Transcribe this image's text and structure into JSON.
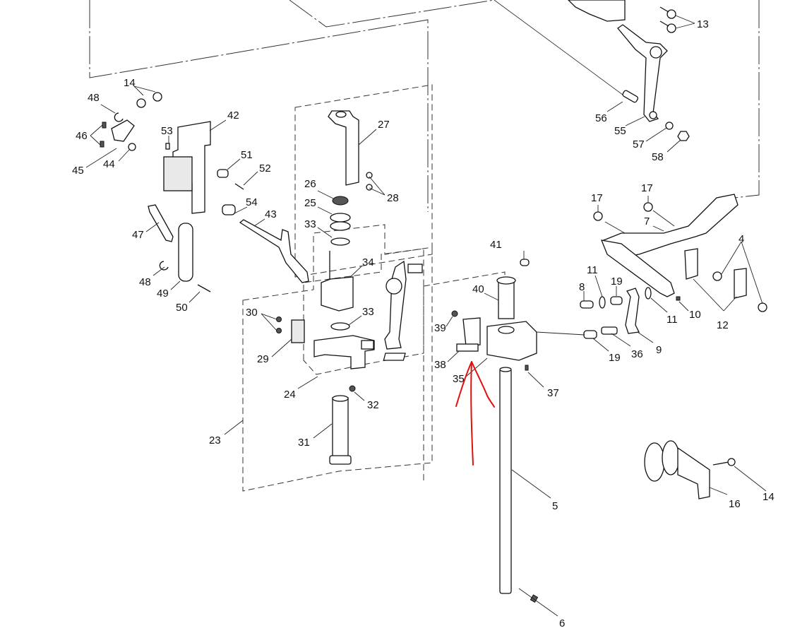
{
  "diagram": {
    "type": "exploded parts diagram",
    "annotation_color": "#e01010",
    "line_color": "#111111",
    "background": "#ffffff"
  },
  "callouts": [
    {
      "id": "c13",
      "label": "13"
    },
    {
      "id": "c14a",
      "label": "14"
    },
    {
      "id": "c48a",
      "label": "48"
    },
    {
      "id": "c42",
      "label": "42"
    },
    {
      "id": "c53",
      "label": "53"
    },
    {
      "id": "c46",
      "label": "46"
    },
    {
      "id": "c45",
      "label": "45"
    },
    {
      "id": "c44",
      "label": "44"
    },
    {
      "id": "c51",
      "label": "51"
    },
    {
      "id": "c52",
      "label": "52"
    },
    {
      "id": "c54",
      "label": "54"
    },
    {
      "id": "c43",
      "label": "43"
    },
    {
      "id": "c47",
      "label": "47"
    },
    {
      "id": "c48b",
      "label": "48"
    },
    {
      "id": "c49",
      "label": "49"
    },
    {
      "id": "c50",
      "label": "50"
    },
    {
      "id": "c27",
      "label": "27"
    },
    {
      "id": "c28",
      "label": "28"
    },
    {
      "id": "c26",
      "label": "26"
    },
    {
      "id": "c25",
      "label": "25"
    },
    {
      "id": "c33a",
      "label": "33"
    },
    {
      "id": "c34",
      "label": "34"
    },
    {
      "id": "c33b",
      "label": "33"
    },
    {
      "id": "c30",
      "label": "30"
    },
    {
      "id": "c29",
      "label": "29"
    },
    {
      "id": "c24",
      "label": "24"
    },
    {
      "id": "c32",
      "label": "32"
    },
    {
      "id": "c31",
      "label": "31"
    },
    {
      "id": "c23",
      "label": "23"
    },
    {
      "id": "c56",
      "label": "56"
    },
    {
      "id": "c55",
      "label": "55"
    },
    {
      "id": "c57",
      "label": "57"
    },
    {
      "id": "c58",
      "label": "58"
    },
    {
      "id": "c17a",
      "label": "17"
    },
    {
      "id": "c17b",
      "label": "17"
    },
    {
      "id": "c7",
      "label": "7"
    },
    {
      "id": "c4",
      "label": "4"
    },
    {
      "id": "c41",
      "label": "41"
    },
    {
      "id": "c40",
      "label": "40"
    },
    {
      "id": "c39",
      "label": "39"
    },
    {
      "id": "c38",
      "label": "38"
    },
    {
      "id": "c35",
      "label": "35"
    },
    {
      "id": "c37",
      "label": "37"
    },
    {
      "id": "c11a",
      "label": "11"
    },
    {
      "id": "c8",
      "label": "8"
    },
    {
      "id": "c19a",
      "label": "19"
    },
    {
      "id": "c11b",
      "label": "11"
    },
    {
      "id": "c10",
      "label": "10"
    },
    {
      "id": "c12",
      "label": "12"
    },
    {
      "id": "c19b",
      "label": "19"
    },
    {
      "id": "c36",
      "label": "36"
    },
    {
      "id": "c9",
      "label": "9"
    },
    {
      "id": "c5",
      "label": "5"
    },
    {
      "id": "c6",
      "label": "6"
    },
    {
      "id": "c16",
      "label": "16"
    },
    {
      "id": "c14b",
      "label": "14"
    }
  ]
}
